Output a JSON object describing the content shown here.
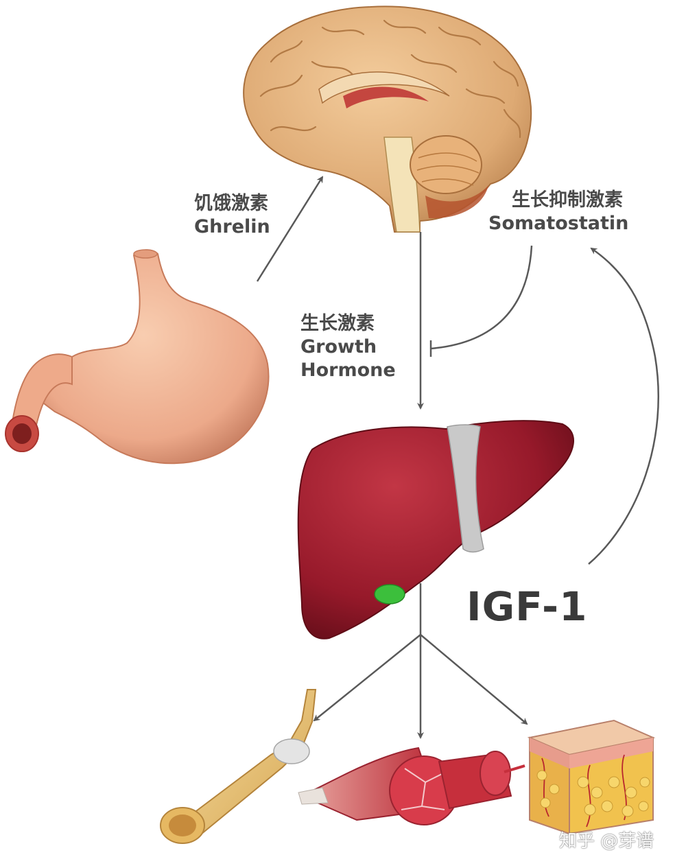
{
  "labels": {
    "ghrelin_zh": "饥饿激素",
    "ghrelin_en": "Ghrelin",
    "growth_hormone_zh": "生长激素",
    "growth_hormone_en_line1": "Growth",
    "growth_hormone_en_line2": "Hormone",
    "somatostatin_zh": "生长抑制激素",
    "somatostatin_en": "Somatostatin",
    "igf1": "IGF-1"
  },
  "watermark": "知乎 @芽谱",
  "colors": {
    "text": "#4a4a4a",
    "arrow": "#595959",
    "brain": "#e2b07f",
    "stomach": "#eeb08f",
    "liver": "#9b1b2a",
    "muscle": "#c7303c",
    "bone": "#e8c27a",
    "skin_fat": "#f1c24e"
  },
  "icons": [
    "brain-illustration",
    "stomach-illustration",
    "liver-illustration",
    "bone-illustration",
    "muscle-illustration",
    "skin-tissue-illustration"
  ]
}
